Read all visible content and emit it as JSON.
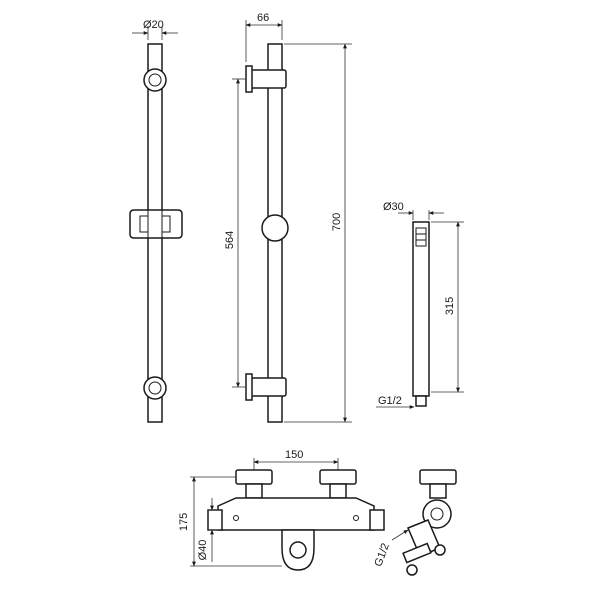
{
  "drawing": {
    "rail": {
      "dim_diameter": "Ø20",
      "dim_width": "66",
      "dim_bracket_spacing": "564",
      "dim_length": "700"
    },
    "hand_shower": {
      "dim_diameter": "Ø30",
      "dim_length": "315",
      "dim_thread": "G1/2"
    },
    "mixer": {
      "dim_center_distance": "150",
      "dim_height": "175",
      "dim_body_diameter": "Ø40",
      "dim_thread": "G1/2"
    }
  }
}
